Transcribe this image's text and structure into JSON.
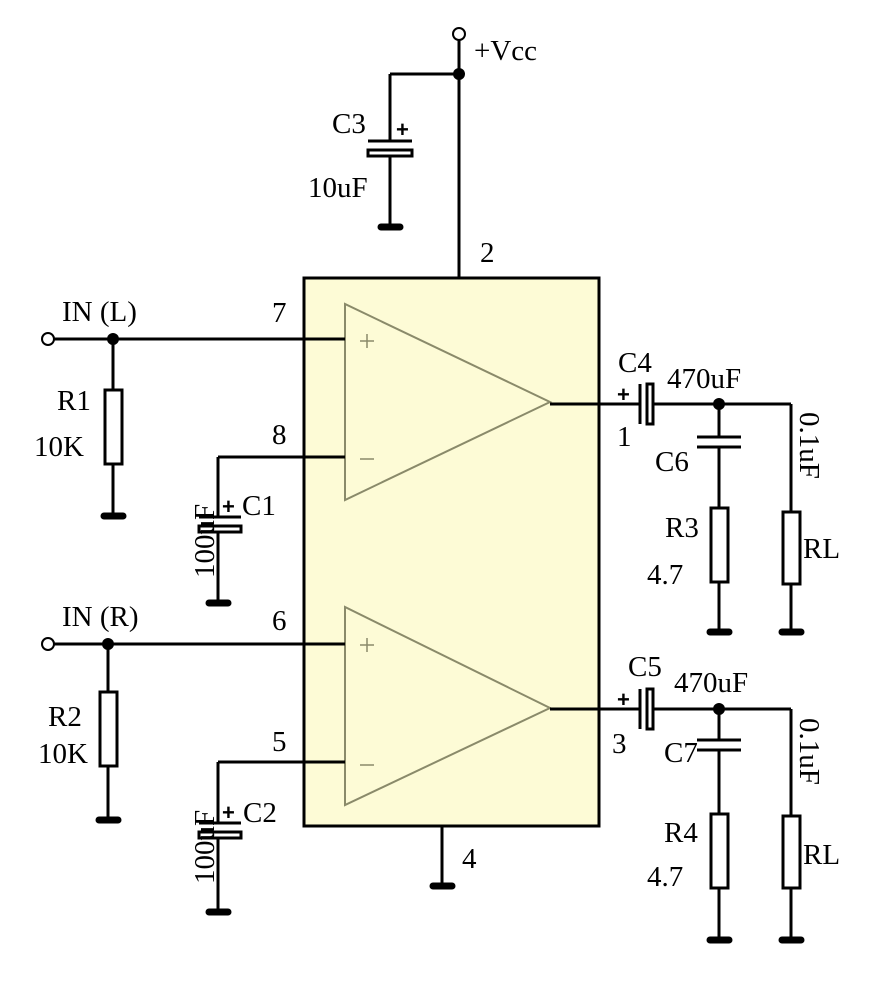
{
  "chip": {
    "fill": "#fdfbd6",
    "triangle_color": "#8a8a6a"
  },
  "supply": {
    "label": "+Vcc"
  },
  "pins": {
    "p1": "1",
    "p2": "2",
    "p3": "3",
    "p4": "4",
    "p5": "5",
    "p6": "6",
    "p7": "7",
    "p8": "8"
  },
  "inputs": {
    "left": "IN (L)",
    "right": "IN (R)"
  },
  "components": {
    "R1": {
      "ref": "R1",
      "value": "10K"
    },
    "R2": {
      "ref": "R2",
      "value": "10K"
    },
    "R3": {
      "ref": "R3",
      "value": "4.7"
    },
    "R4": {
      "ref": "R4",
      "value": "4.7"
    },
    "C1": {
      "ref": "C1",
      "value": "100uF"
    },
    "C2": {
      "ref": "C2",
      "value": "100uF"
    },
    "C3": {
      "ref": "C3",
      "value": "10uF"
    },
    "C4": {
      "ref": "C4",
      "value": "470uF"
    },
    "C5": {
      "ref": "C5",
      "value": "470uF"
    },
    "C6": {
      "ref": "C6",
      "value": "0.1uF"
    },
    "C7": {
      "ref": "C7",
      "value": "0.1uF"
    },
    "RL_top": {
      "ref": "RL"
    },
    "RL_bottom": {
      "ref": "RL"
    }
  },
  "symbols": {
    "polarity": "+",
    "noninverting": "+",
    "inverting": "−"
  }
}
